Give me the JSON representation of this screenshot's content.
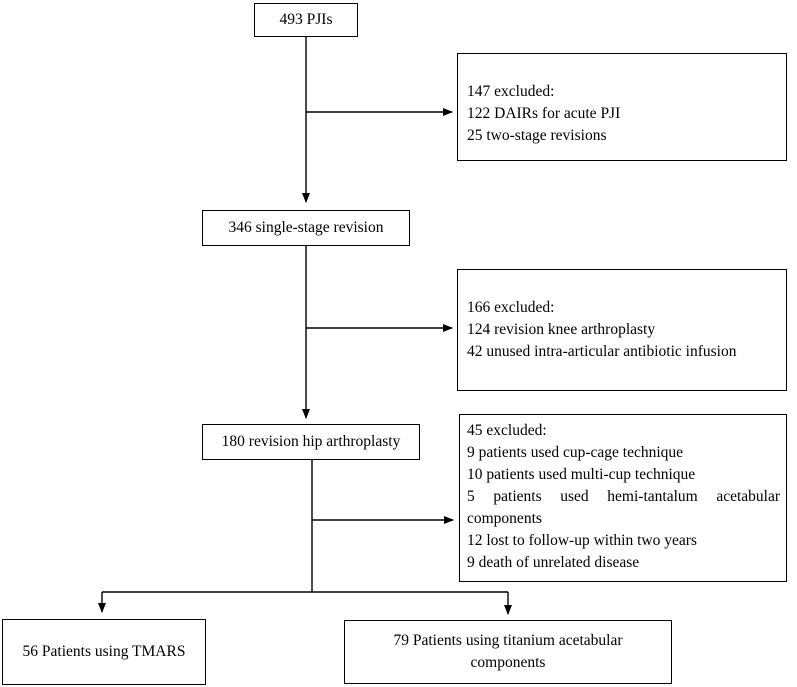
{
  "boxes": {
    "start": {
      "text": "493 PJIs"
    },
    "exclusion1": {
      "lines": [
        "147 excluded:",
        "122 DAIRs for acute PJI",
        "25 two-stage revisions"
      ]
    },
    "single_stage": {
      "text": "346 single-stage revision"
    },
    "exclusion2": {
      "lines": [
        "166 excluded:",
        "124 revision knee arthroplasty",
        "42 unused intra-articular antibiotic infusion"
      ]
    },
    "hip": {
      "text": "180 revision hip arthroplasty"
    },
    "exclusion3": {
      "lines": [
        "45 excluded:",
        "9 patients used cup-cage technique",
        "10 patients used multi-cup technique",
        "5 patients used hemi-tantalum acetabular",
        "components",
        "12 lost to follow-up within two years",
        "9 death of unrelated disease"
      ]
    },
    "tmars": {
      "text": "56 Patients using TMARS"
    },
    "titanium": {
      "lines": [
        "79 Patients using titanium acetabular",
        "components"
      ]
    }
  }
}
